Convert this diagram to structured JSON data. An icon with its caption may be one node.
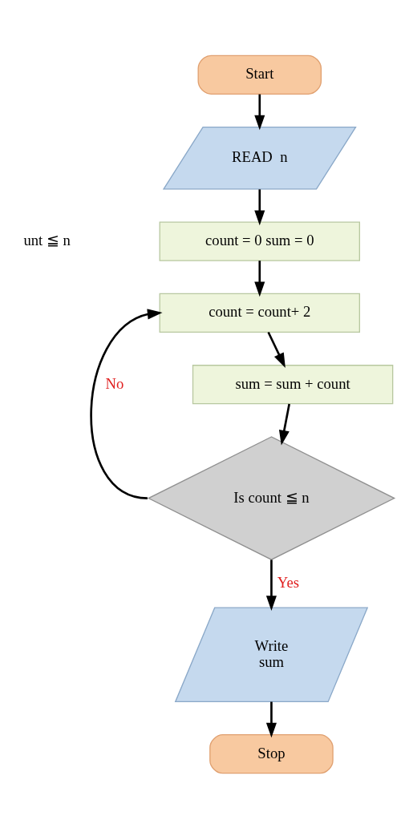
{
  "diagram": {
    "nodes": [
      {
        "text": [
          "Start"
        ]
      },
      {
        "text": [
          "READ  n"
        ]
      },
      {
        "text": [
          "count = 0 sum = 0"
        ]
      },
      {
        "text": [
          "count = count+ 2"
        ]
      },
      {
        "text": [
          "sum = sum + count"
        ]
      },
      {
        "text": [
          "Is count ≦ n"
        ]
      },
      {
        "text": [
          "Write",
          "sum"
        ]
      },
      {
        "text": [
          "Stop"
        ]
      }
    ],
    "edges": [
      {
        "from": 0,
        "to": 1,
        "arrow": "to"
      },
      {
        "from": 1,
        "to": 2,
        "arrow": "to"
      },
      {
        "from": 2,
        "to": 3,
        "arrow": "to"
      },
      {
        "from": 3,
        "to": 4,
        "arrow": "to"
      },
      {
        "from": 4,
        "to": 5,
        "arrow": "to"
      },
      {
        "from": 5,
        "to": 3,
        "arrow": "to",
        "label": "No"
      },
      {
        "from": 5,
        "to": 6,
        "arrow": "to",
        "label": "Yes"
      },
      {
        "from": 6,
        "to": 7,
        "arrow": "to"
      }
    ],
    "labels": [
      "unt ≦ n"
    ]
  }
}
